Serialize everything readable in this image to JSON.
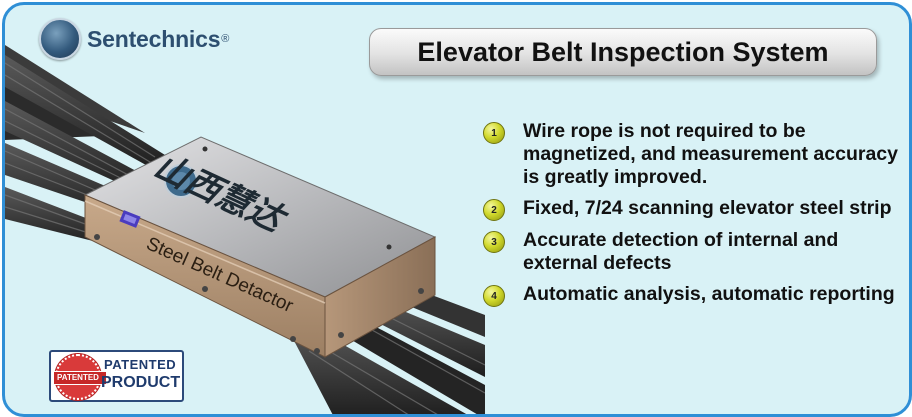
{
  "brand": {
    "name": "Sentechnics",
    "registered": "®"
  },
  "title": "Elevator Belt Inspection System",
  "features": [
    {
      "number": "1",
      "text": "Wire rope is not required to be magnetized, and measurement accuracy is greatly improved."
    },
    {
      "number": "2",
      "text": "Fixed, 7/24 scanning elevator steel strip"
    },
    {
      "number": "3",
      "text": "Accurate detection of internal and external defects"
    },
    {
      "number": "4",
      "text": "Automatic analysis, automatic reporting"
    }
  ],
  "device": {
    "chinese_brand": "山西慧达",
    "label": "Steel Belt Detactor"
  },
  "patent": {
    "seal": "PATENTED",
    "line1": "PATENTED",
    "line2": "PRODUCT"
  },
  "colors": {
    "border": "#2f8fd6",
    "background": "#d9f2f6",
    "bullet": "#d1d92c",
    "brand": "#2d4f70"
  }
}
